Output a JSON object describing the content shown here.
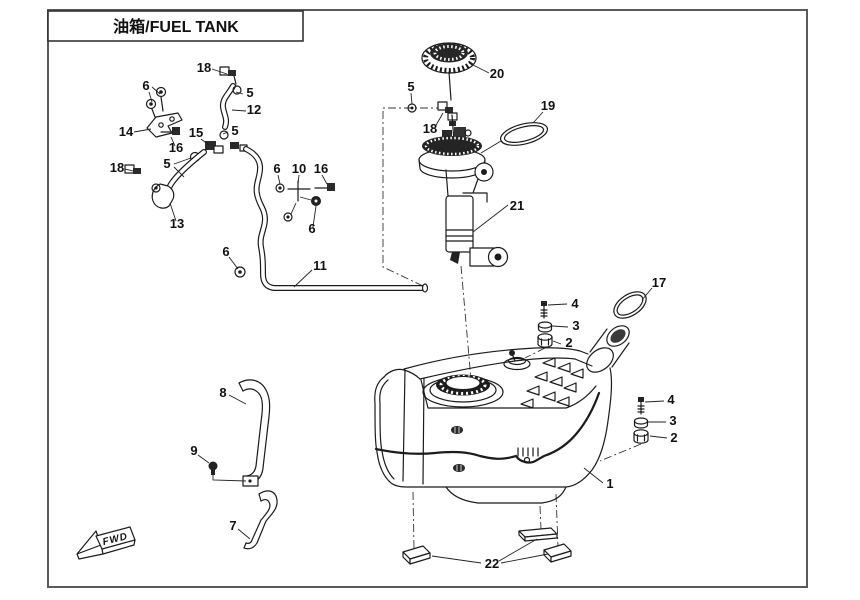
{
  "title_block": {
    "title": "油箱/FUEL TANK"
  },
  "direction_marker": {
    "label": "FWD"
  },
  "colors": {
    "ink": "#1b1b1b",
    "background": "#ffffff",
    "frame": "#5a5a5a"
  },
  "callouts": [
    {
      "label": "18"
    },
    {
      "label": "6"
    },
    {
      "label": "5"
    },
    {
      "label": "12"
    },
    {
      "label": "14"
    },
    {
      "label": "15"
    },
    {
      "label": "5"
    },
    {
      "label": "16"
    },
    {
      "label": "18"
    },
    {
      "label": "5"
    },
    {
      "label": "13"
    },
    {
      "label": "6"
    },
    {
      "label": "10"
    },
    {
      "label": "16"
    },
    {
      "label": "6"
    },
    {
      "label": "6"
    },
    {
      "label": "11"
    },
    {
      "label": "5"
    },
    {
      "label": "18"
    },
    {
      "label": "20"
    },
    {
      "label": "19"
    },
    {
      "label": "21"
    },
    {
      "label": "17"
    },
    {
      "label": "4"
    },
    {
      "label": "3"
    },
    {
      "label": "2"
    },
    {
      "label": "4"
    },
    {
      "label": "3"
    },
    {
      "label": "2"
    },
    {
      "label": "1"
    },
    {
      "label": "8"
    },
    {
      "label": "9"
    },
    {
      "label": "7"
    },
    {
      "label": "22"
    }
  ]
}
